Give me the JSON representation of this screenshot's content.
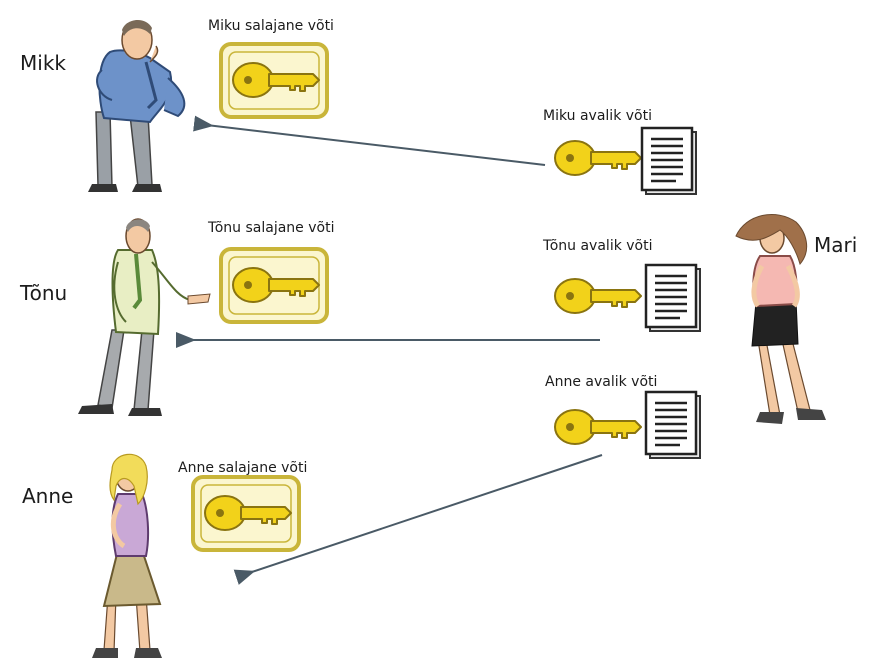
{
  "people": {
    "mikk": {
      "name": "Mikk"
    },
    "tonu": {
      "name": "Tõnu"
    },
    "anne": {
      "name": "Anne"
    },
    "mari": {
      "name": "Mari"
    }
  },
  "private_keys": {
    "mikk": "Miku salajane võti",
    "tonu": "Tõnu salajane võti",
    "anne": "Anne salajane võti"
  },
  "public_keys": {
    "mikk": "Miku avalik võti",
    "tonu": "Tõnu avalik võti",
    "anne": "Anne avalik võti"
  },
  "colors": {
    "key_fill": "#f2d21a",
    "key_outline": "#8a7410",
    "frame": "#c9b53a",
    "frame_bg": "#fbf6cf",
    "arrow": "#4a5a66"
  }
}
